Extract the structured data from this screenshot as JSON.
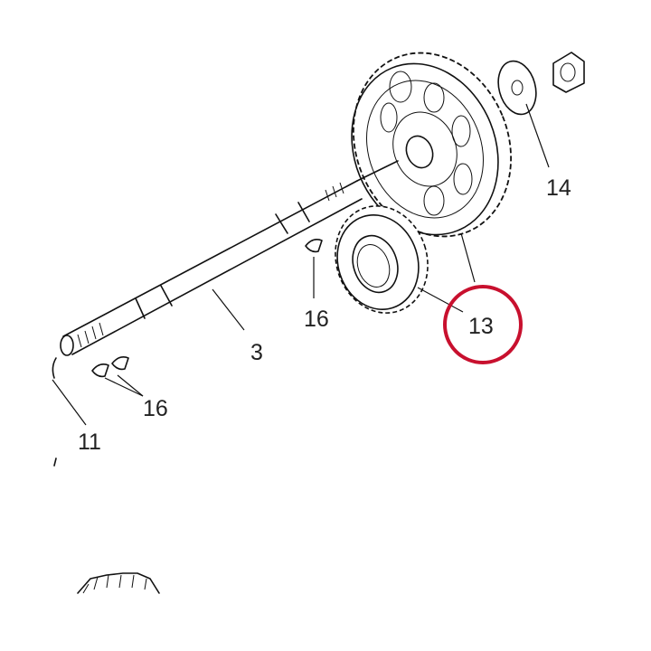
{
  "colors": {
    "ink": "#111111",
    "highlight": "#c8102e",
    "background": "#ffffff"
  },
  "callouts": [
    {
      "id": "shaft",
      "text": "3"
    },
    {
      "id": "circlip",
      "text": "11"
    },
    {
      "id": "gear",
      "text": "13"
    },
    {
      "id": "washer",
      "text": "14"
    },
    {
      "id": "key-upper",
      "text": "16"
    },
    {
      "id": "key-lower",
      "text": "16"
    }
  ],
  "highlighted_callout": "13"
}
